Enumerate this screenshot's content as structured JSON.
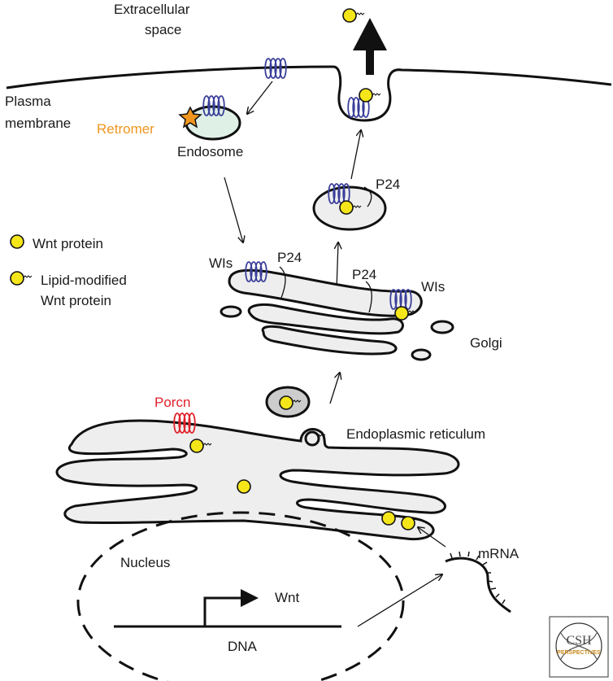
{
  "labels": {
    "extracellular_line1": "Extracellular",
    "extracellular_line2": "space",
    "plasma_line1": "Plasma",
    "plasma_line2": "membrane",
    "retromer": "Retromer",
    "endosome": "Endosome",
    "p24_vesicle": "P24",
    "p24_golgi_left": "P24",
    "p24_golgi_mid": "P24",
    "wls_left": "WIs",
    "wls_right": "WIs",
    "golgi": "Golgi",
    "porcn": "Porcn",
    "er": "Endoplasmic reticulum",
    "nucleus": "Nucleus",
    "wnt_gene": "Wnt",
    "dna": "DNA",
    "mrna": "mRNA"
  },
  "legend": {
    "wnt_protein": "Wnt protein",
    "lipid_line1": "Lipid-modified",
    "lipid_line2": "Wnt protein"
  },
  "logo": {
    "top": "CSH",
    "bottom": "PERSPECTIVES"
  },
  "colors": {
    "wnt_yellow": "#f5e61a",
    "wls_blue": "#3a3f9a",
    "porcn_red": "#e0202a",
    "retromer_orange": "#f0961e",
    "organelle_gray": "#eeeeee",
    "endosome_green": "#dff0e6"
  }
}
